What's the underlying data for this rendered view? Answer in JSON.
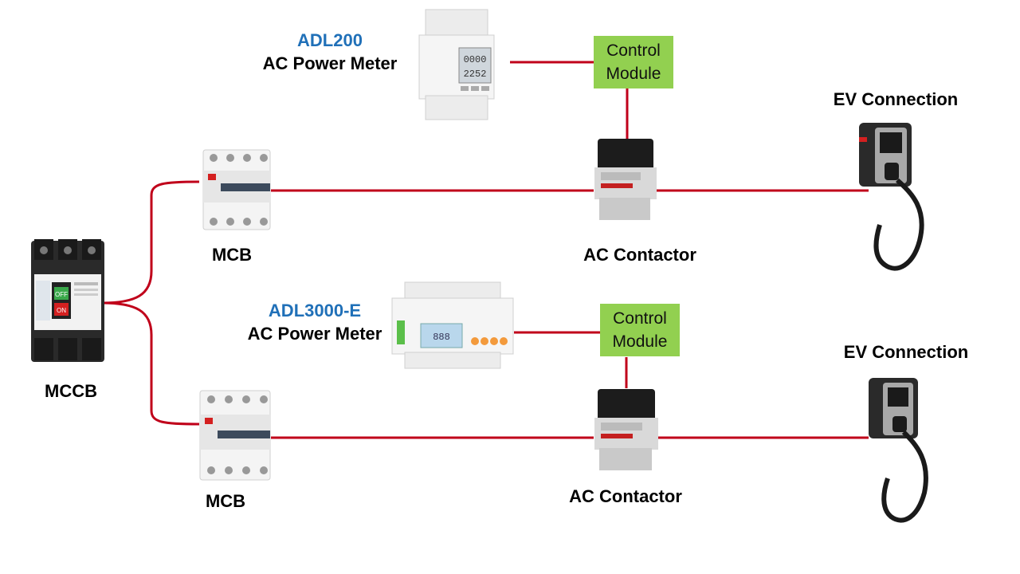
{
  "labels": {
    "mccb": "MCCB",
    "mcb_top": "MCB",
    "mcb_bottom": "MCB",
    "contactor_top": "AC Contactor",
    "contactor_bottom": "AC Contactor",
    "ev_top": "EV Connection",
    "ev_bottom": "EV Connection"
  },
  "meters": [
    {
      "model": "ADL200",
      "type": "AC Power Meter",
      "display": [
        "0000",
        "2252"
      ]
    },
    {
      "model": "ADL3000-E",
      "type": "AC Power Meter",
      "display": [
        "888"
      ]
    }
  ],
  "control_modules": [
    {
      "line1": "Control",
      "line2": "Module"
    },
    {
      "line1": "Control",
      "line2": "Module"
    }
  ],
  "mccb_switch": {
    "on": "ON",
    "off": "OFF"
  },
  "colors": {
    "wire": "#c0001a",
    "module": "#92d050",
    "model_text": "#2070b8"
  }
}
